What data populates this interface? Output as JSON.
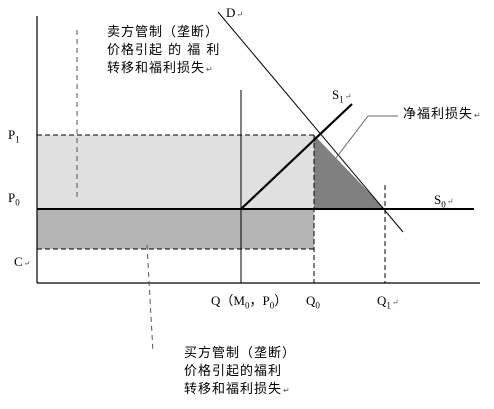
{
  "labels": {
    "D": "D",
    "S1_main": "S",
    "S1_sub": "1",
    "S0_main": "S",
    "S0_sub": "0",
    "P1_main": "P",
    "P1_sub": "1",
    "P0_main": "P",
    "P0_sub": "0",
    "C": "C",
    "Q_M0_P0": "Q（M",
    "Q_M0_P0_sub1": "0",
    "Q_M0_P0_mid": "，P",
    "Q_M0_P0_sub2": "0",
    "Q_M0_P0_end": "）",
    "Q0_main": "Q",
    "Q0_sub": "0",
    "Q1_main": "Q",
    "Q1_sub": "1",
    "return_mark": "↵"
  },
  "annotations": {
    "seller": [
      "卖方管制（垄断）",
      "价格引起 的 福 利",
      "转移和福利损失"
    ],
    "buyer": [
      "买方管制（垄断）",
      "价格引起的福利",
      "转移和福利损失"
    ],
    "net_loss": "净福利损失"
  },
  "colors": {
    "upper_rect": "#e0e0e0",
    "lower_rect": "#b4b4b4",
    "triangle": "#808080",
    "line": "#000000",
    "callout_line": "#666666"
  }
}
